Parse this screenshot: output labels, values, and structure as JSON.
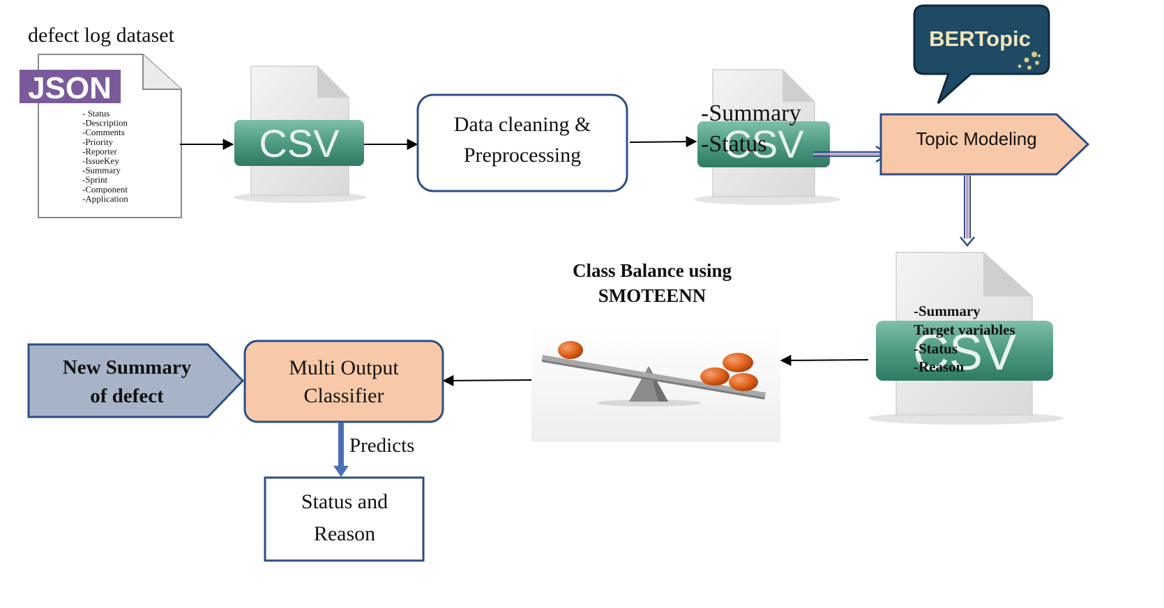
{
  "title_label": "defect log dataset",
  "json_doc": {
    "badge": "JSON",
    "fields": [
      "- Status",
      "-Description",
      "-Comments",
      "-Priority",
      "-Reporter",
      "-IssueKey",
      "-Summary",
      "-Sprint",
      "-Component",
      "-Application"
    ]
  },
  "csv_label": "CSV",
  "cleaning_box": {
    "line1": "Data cleaning &",
    "line2": "Preprocessing"
  },
  "csv2_overlay": {
    "line1": "-Summary",
    "line2": "-Status"
  },
  "bertopic_logo": "BERTopic",
  "topic_modeling": "Topic Modeling",
  "csv3_overlay": {
    "line1": "-Summary",
    "line2": "Target variables",
    "line3": "-Status",
    "line4": "-Reason"
  },
  "class_balance": {
    "line1": "Class Balance using",
    "line2": "SMOTEENN"
  },
  "classifier": {
    "line1": "Multi Output",
    "line2": "Classifier"
  },
  "new_summary": {
    "line1": "New Summary",
    "line2": "of defect"
  },
  "predicts_label": "Predicts",
  "output_box": {
    "line1": "Status and",
    "line2": "Reason"
  },
  "colors": {
    "csv_band": "#4e9a82",
    "csv_band_dark": "#2f7a63",
    "json_purple": "#7a5a9a",
    "bertopic_bubble": "#1f4a66",
    "bertopic_text": "#f2e6b8",
    "orange_fill": "#f8c9a8",
    "blue_fill": "#a7b4c8",
    "box_border": "#2d4e86",
    "arrow_blue": "#4a6fb5",
    "ball_orange": "#e0621b"
  }
}
